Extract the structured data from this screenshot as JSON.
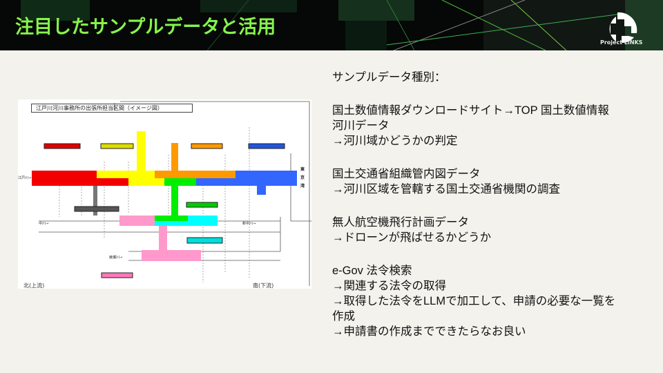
{
  "header": {
    "title": "注目したサンプルデータと活用",
    "logo_text": "Project LINKS",
    "title_color": "#86f54a"
  },
  "figure": {
    "title": "江戸川河川事務所の出張所担当区間（イメージ図）",
    "bay_label": "東京湾",
    "north_label": "北(上流)",
    "south_label": "南(下流)",
    "river_labels": [
      "江戸川→",
      "中川→",
      "綾瀬川→",
      "新中川→"
    ]
  },
  "content": {
    "heading": "サンプルデータ種別：",
    "sections": [
      {
        "lines": [
          "国土数値情報ダウンロードサイト→TOP 国土数値情報",
          "河川データ",
          "→河川域かどうかの判定"
        ]
      },
      {
        "lines": [
          "国土交通省組織管内図データ",
          "→河川区域を管轄する国土交通省機関の調査"
        ]
      },
      {
        "lines": [
          "無人航空機飛行計画データ",
          "→ドローンが飛ばせるかどうか"
        ]
      },
      {
        "lines": [
          "e-Gov 法令検索",
          "→関連する法令の取得",
          "→取得した法令をLLMで加工して、申請の必要な一覧を",
          "作成",
          "→申請書の作成までできたらなお良い"
        ]
      }
    ]
  }
}
